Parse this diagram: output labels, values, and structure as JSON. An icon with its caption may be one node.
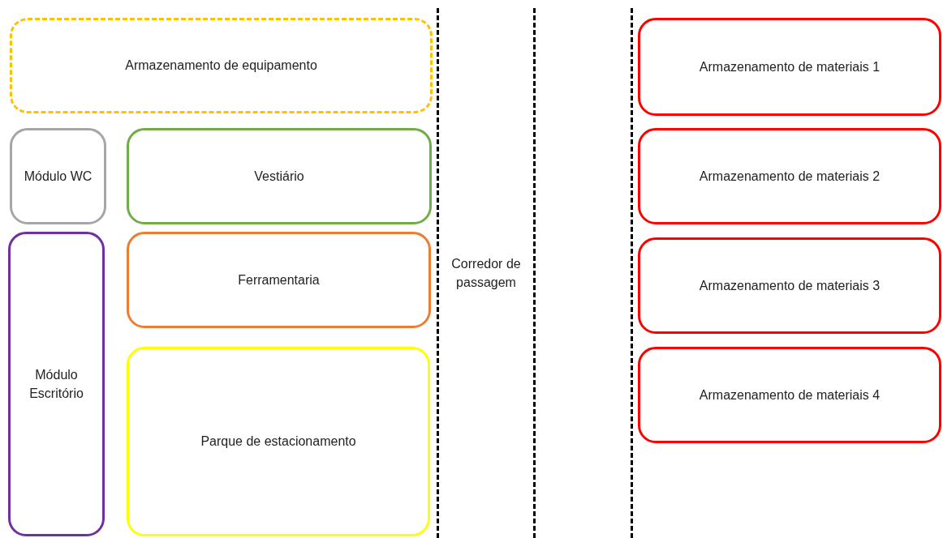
{
  "diagram": {
    "nodes": [
      {
        "text": [
          "Armazenamento de equipamento"
        ]
      },
      {
        "text": [
          "Módulo WC"
        ]
      },
      {
        "text": [
          "Vestiário"
        ]
      },
      {
        "text": [
          "Módulo Escritório"
        ]
      },
      {
        "text": [
          "Ferramentaria"
        ]
      },
      {
        "text": [
          "Parque de estacionamento"
        ]
      },
      {
        "text": [
          "Corredor de passagem"
        ]
      },
      {
        "text": [
          "Armazenamento de materiais 1"
        ]
      },
      {
        "text": [
          "Armazenamento de materiais 2"
        ]
      },
      {
        "text": [
          "Armazenamento de materiais 3"
        ]
      },
      {
        "text": [
          "Armazenamento de materiais 4"
        ]
      }
    ],
    "edges": []
  }
}
